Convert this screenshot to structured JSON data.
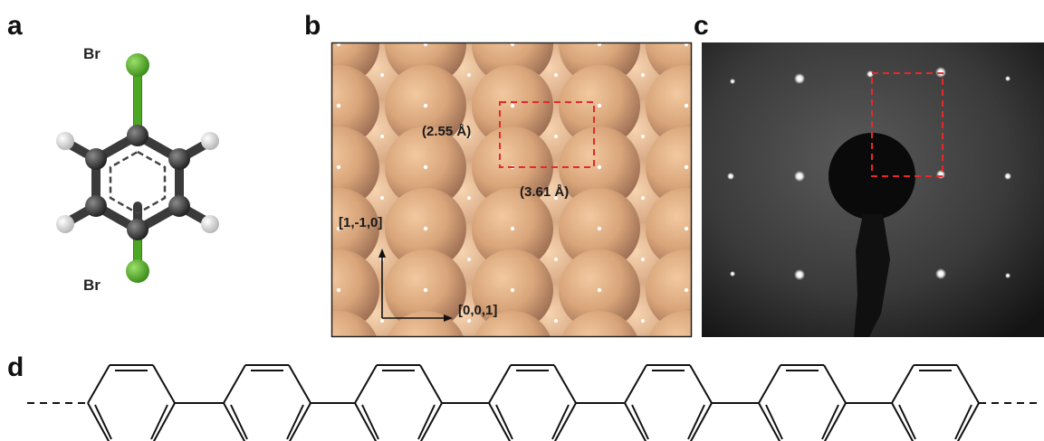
{
  "panels": {
    "a": {
      "label": "a",
      "atom_top": "Br",
      "atom_bottom": "Br"
    },
    "b": {
      "label": "b",
      "spacing_short": "(2.55 Å)",
      "spacing_long": "(3.61 Å)",
      "direction_vertical": "[1,-1,0]",
      "direction_horizontal": "[0,0,1]"
    },
    "c": {
      "label": "c"
    },
    "d": {
      "label": "d"
    }
  },
  "colors": {
    "bromine": "#5cb82e",
    "carbon": "#3a3a3a",
    "hydrogen": "#e6e6e6",
    "copper_atom": "#d9a77d",
    "unit_cell": "#e8282a"
  }
}
